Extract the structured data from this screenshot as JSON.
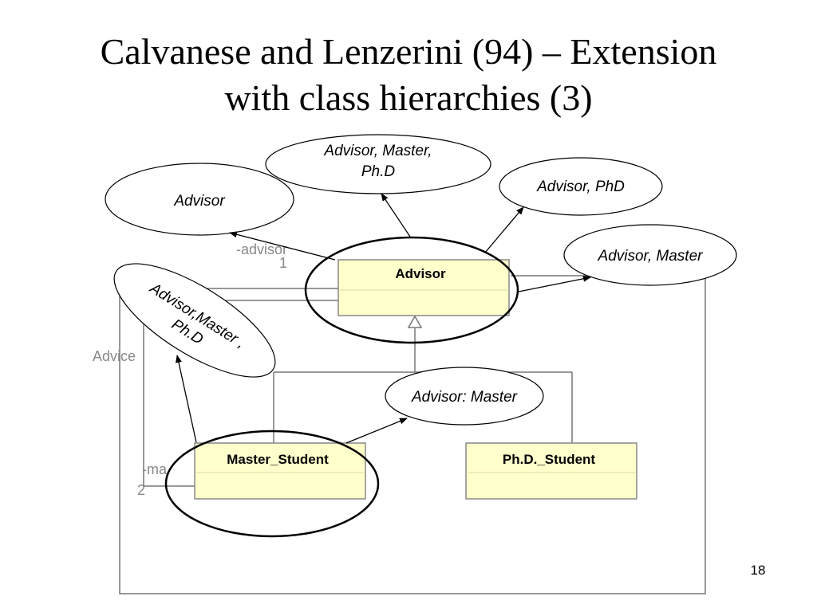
{
  "slide": {
    "title_line1": "Calvanese and Lenzerini (94) – Extension",
    "title_line2": "with class hierarchies (3)",
    "page_number": "18"
  },
  "uml": {
    "classes": {
      "advisor": "Advisor",
      "master_student": "Master_Student",
      "phd_student": "Ph.D._Student"
    },
    "association_name": "Advice",
    "role_advisor": "-advisor",
    "role_advisor_multiplicity": "1",
    "role_ma": "-ma",
    "role_ma_multiplicity": "2",
    "class_fill": "#ffffcc",
    "class_border": "#888888"
  },
  "annotations": {
    "advisor": "Advisor",
    "advisor_master_phd_line1": "Advisor, Master,",
    "advisor_master_phd_line2": "Ph.D",
    "advisor_phd": "Advisor, PhD",
    "advisor_master": "Advisor, Master",
    "rotated_line1": "Advisor,Master ,",
    "rotated_line2": "Ph.D",
    "advisor_colon_master": "Advisor: Master"
  }
}
